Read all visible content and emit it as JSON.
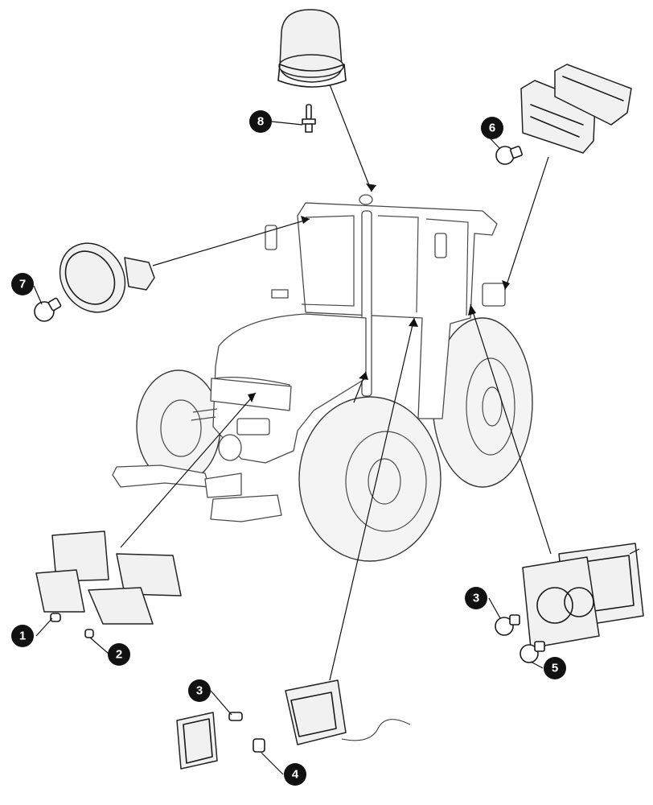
{
  "diagram": {
    "callouts": [
      {
        "id": "c1",
        "label": "1"
      },
      {
        "id": "c2",
        "label": "2"
      },
      {
        "id": "c3a",
        "label": "3"
      },
      {
        "id": "c3b",
        "label": "3"
      },
      {
        "id": "c4",
        "label": "4"
      },
      {
        "id": "c5",
        "label": "5"
      },
      {
        "id": "c6",
        "label": "6"
      },
      {
        "id": "c7",
        "label": "7"
      },
      {
        "id": "c8",
        "label": "8"
      }
    ]
  },
  "colors": {
    "line": "#1a1a1a",
    "callout_fill": "#111111",
    "callout_text": "#ffffff",
    "part_fill": "#f1f1f1"
  }
}
